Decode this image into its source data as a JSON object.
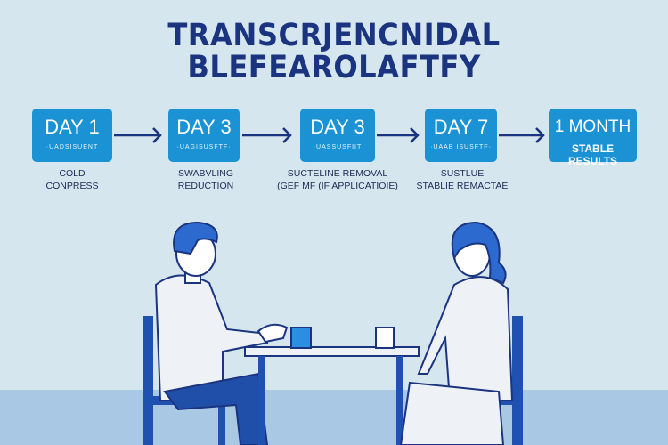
{
  "title": {
    "line1": "TRANSCRJENCNIDAL",
    "line2": "BLEFEAROLAFTFY"
  },
  "steps": [
    {
      "day": "DAY 1",
      "sub": "·UADSISUENT",
      "caption1": "COLD",
      "caption2": "CONPRESS"
    },
    {
      "day": "DAY 3",
      "sub": "·UAGISUSFTF·",
      "caption1": "SWABVLING",
      "caption2": "REDUCTION"
    },
    {
      "day": "DAY 3",
      "sub": "·UASSUSFIIT",
      "caption1": "SUCTELINE  REMOVAL",
      "caption2": "(GEF MF (IF APPLICATIOIE)"
    },
    {
      "day": "DAY 7",
      "sub": "·UAAB ISUSFTF·",
      "caption1": "SUSTLUE",
      "caption2": "STABLIE REMACTAE"
    },
    {
      "day": "1 MONTH",
      "result": "STABLE RESULTS"
    }
  ],
  "colors": {
    "accent": "#1a92d4",
    "navy": "#1b3480",
    "background": "#d6e6ee"
  }
}
